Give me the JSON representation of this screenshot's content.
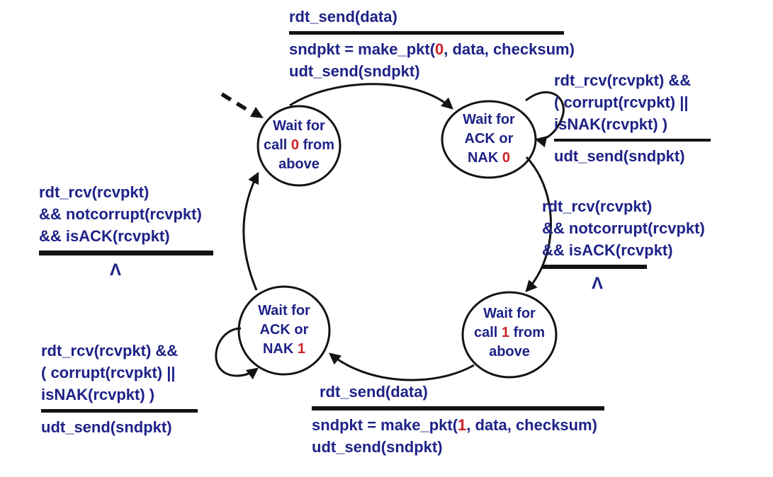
{
  "colors": {
    "text_navy": "#1e2287",
    "digit_red": "#cc2127",
    "stroke_black": "#131313",
    "background": "#ffffff"
  },
  "states": {
    "wait_call_0": {
      "line1": "Wait for",
      "line2_pre": "call ",
      "digit": "0",
      "line2_post": " from",
      "line3": "above"
    },
    "wait_ack_nak_0": {
      "line1": "Wait for",
      "line2": "ACK or",
      "line3_pre": "NAK ",
      "digit": "0"
    },
    "wait_call_1": {
      "line1": "Wait for",
      "line2_pre": "call ",
      "digit": "1",
      "line2_post": " from",
      "line3": "above"
    },
    "wait_ack_nak_1": {
      "line1": "Wait for",
      "line2": "ACK or",
      "line3_pre": "NAK ",
      "digit": "1"
    }
  },
  "transitions": {
    "send_0": {
      "event": "rdt_send(data)",
      "action1_pre": "sndpkt = make_pkt(",
      "action1_digit": "0",
      "action1_post": ", data, checksum)",
      "action2": "udt_send(sndpkt)"
    },
    "resend_0": {
      "event1": "rdt_rcv(rcvpkt) &&",
      "event2": "( corrupt(rcvpkt) ||",
      "event3": "isNAK(rcvpkt) )",
      "action": "udt_send(sndpkt)"
    },
    "ack_0": {
      "event1": "rdt_rcv(rcvpkt)",
      "event2": "&& notcorrupt(rcvpkt)",
      "event3": "&& isACK(rcvpkt)",
      "action": "Λ"
    },
    "send_1": {
      "event": "rdt_send(data)",
      "action1_pre": "sndpkt = make_pkt(",
      "action1_digit": "1",
      "action1_post": ", data, checksum)",
      "action2": "udt_send(sndpkt)"
    },
    "resend_1": {
      "event1": "rdt_rcv(rcvpkt) &&",
      "event2": "( corrupt(rcvpkt) ||",
      "event3": "isNAK(rcvpkt) )",
      "action": "udt_send(sndpkt)"
    },
    "ack_1": {
      "event1": "rdt_rcv(rcvpkt)",
      "event2": "&& notcorrupt(rcvpkt)",
      "event3": "&& isACK(rcvpkt)",
      "action": "Λ"
    }
  }
}
